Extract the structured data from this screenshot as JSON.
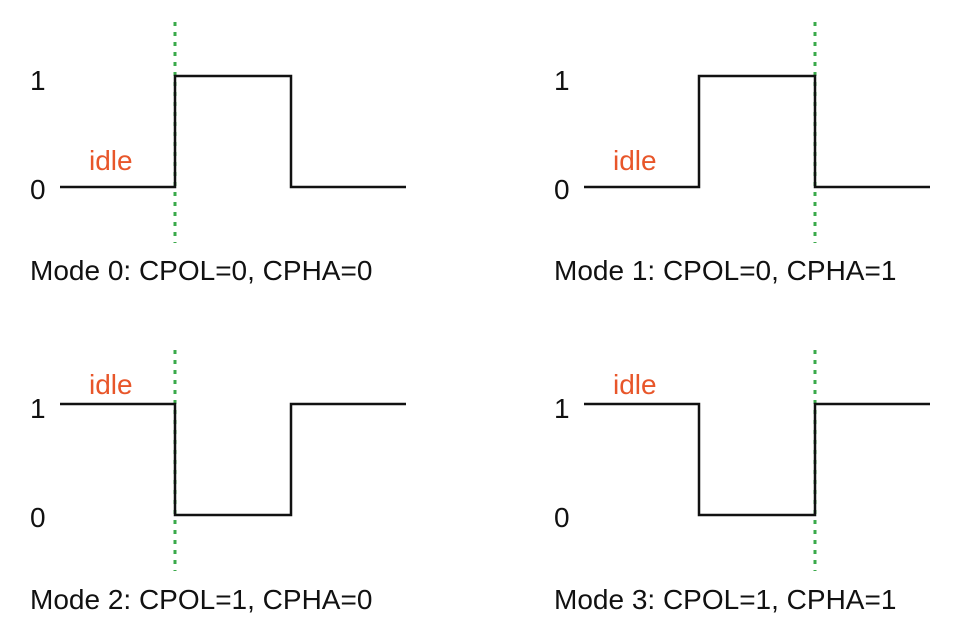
{
  "colors": {
    "signal": "#111111",
    "idle_text": "#e8562a",
    "sample_edge": "#3aaa4a",
    "background": "#ffffff"
  },
  "panels": [
    {
      "caption": "Mode 0: CPOL=0, CPHA=0",
      "cpol": 0,
      "cpha": 0,
      "level_high": "1",
      "level_low": "0",
      "idle_text": "idle",
      "waveform": [
        0,
        1,
        0
      ],
      "sample_edge": "leading"
    },
    {
      "caption": "Mode 1: CPOL=0, CPHA=1",
      "cpol": 0,
      "cpha": 1,
      "level_high": "1",
      "level_low": "0",
      "idle_text": "idle",
      "waveform": [
        0,
        1,
        0
      ],
      "sample_edge": "trailing"
    },
    {
      "caption": "Mode 2: CPOL=1, CPHA=0",
      "cpol": 1,
      "cpha": 0,
      "level_high": "1",
      "level_low": "0",
      "idle_text": "idle",
      "waveform": [
        1,
        0,
        1
      ],
      "sample_edge": "leading"
    },
    {
      "caption": "Mode 3: CPOL=1, CPHA=1",
      "cpol": 1,
      "cpha": 1,
      "level_high": "1",
      "level_low": "0",
      "idle_text": "idle",
      "waveform": [
        1,
        0,
        1
      ],
      "sample_edge": "trailing"
    }
  ]
}
